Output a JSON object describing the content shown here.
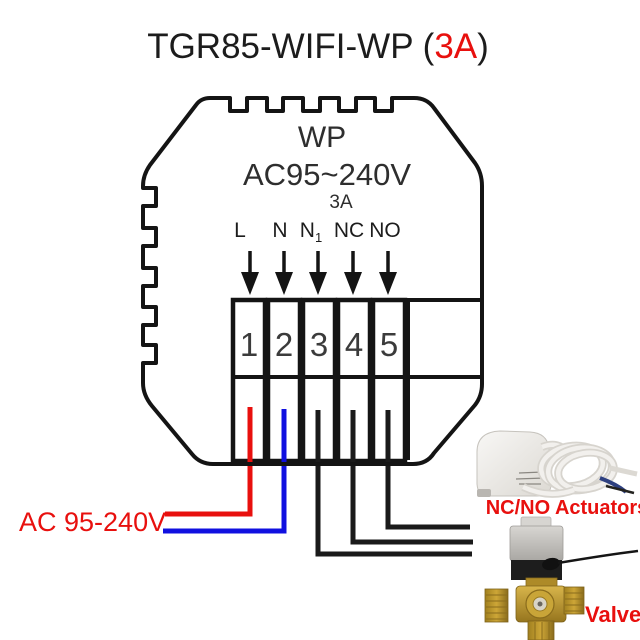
{
  "title": {
    "prefix": "TGR85-WIFI-WP (",
    "highlight": "3A",
    "suffix": ")"
  },
  "device": {
    "model_label": "WP",
    "voltage_label": "AC95~240V",
    "current_label": "3A",
    "terminals": [
      {
        "number": "1",
        "label": "L",
        "label_sub": ""
      },
      {
        "number": "2",
        "label": "N",
        "label_sub": ""
      },
      {
        "number": "3",
        "label": "N",
        "label_sub": "1"
      },
      {
        "number": "4",
        "label": "NC",
        "label_sub": ""
      },
      {
        "number": "5",
        "label": "NO",
        "label_sub": ""
      }
    ]
  },
  "annotations": {
    "power_supply": "AC 95-240V",
    "actuators": "NC/NO Actuators",
    "valve": "Valve"
  },
  "icons": {
    "terminal_arrow": "down-arrow"
  },
  "colors": {
    "accent_red": "#e8100e",
    "wire_live": "#e8100e",
    "wire_neutral": "#1010e0",
    "wire_signal": "#1a1a1a",
    "outline": "#141414"
  }
}
